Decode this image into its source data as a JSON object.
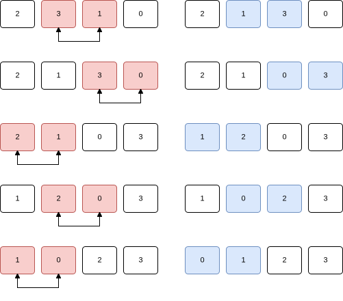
{
  "colors": {
    "plain_fill": "#ffffff",
    "plain_stroke": "#000000",
    "swap_fill": "#f8cecc",
    "swap_stroke": "#b85450",
    "sorted_fill": "#dae8fc",
    "sorted_stroke": "#6c8ebf",
    "connector": "#000000"
  },
  "steps": [
    {
      "before": [
        "2",
        "3",
        "1",
        "0"
      ],
      "swap": [
        1,
        2
      ],
      "after": [
        "2",
        "1",
        "3",
        "0"
      ],
      "highlight": [
        1,
        2
      ]
    },
    {
      "before": [
        "2",
        "1",
        "3",
        "0"
      ],
      "swap": [
        2,
        3
      ],
      "after": [
        "2",
        "1",
        "0",
        "3"
      ],
      "highlight": [
        2,
        3
      ]
    },
    {
      "before": [
        "2",
        "1",
        "0",
        "3"
      ],
      "swap": [
        0,
        1
      ],
      "after": [
        "1",
        "2",
        "0",
        "3"
      ],
      "highlight": [
        0,
        1
      ]
    },
    {
      "before": [
        "1",
        "2",
        "0",
        "3"
      ],
      "swap": [
        1,
        2
      ],
      "after": [
        "1",
        "0",
        "2",
        "3"
      ],
      "highlight": [
        1,
        2
      ]
    },
    {
      "before": [
        "1",
        "0",
        "2",
        "3"
      ],
      "swap": [
        0,
        1
      ],
      "after": [
        "0",
        "1",
        "2",
        "3"
      ],
      "highlight": [
        0,
        1
      ]
    }
  ]
}
